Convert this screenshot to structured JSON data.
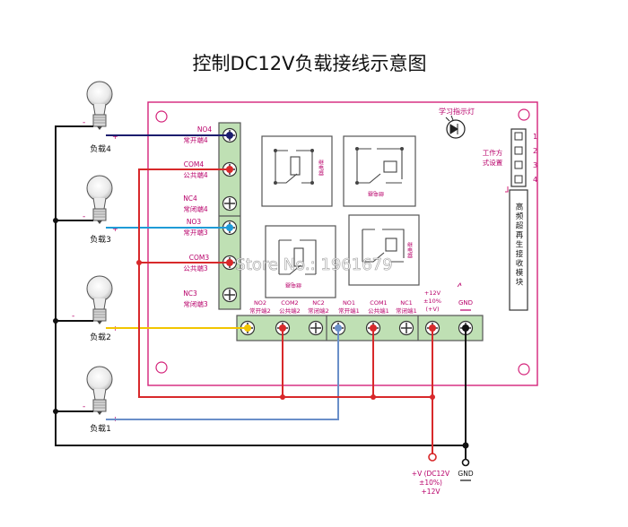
{
  "title": "控制DC12V负载接线示意图",
  "watermark": "Store No.: 1961679",
  "loads": [
    "负载4",
    "负载3",
    "负载2",
    "负载1"
  ],
  "terminal_marks": {
    "minus": "-",
    "plus": "+"
  },
  "left_block": {
    "labels": [
      {
        "line1": "NO4",
        "line2": "常开端4"
      },
      {
        "line1": "COM4",
        "line2": "公共端4"
      },
      {
        "line1": "NC4",
        "line2": "常闭端4"
      },
      {
        "line1": "NO3",
        "line2": "常开端3"
      },
      {
        "line1": "COM3",
        "line2": "公共端3"
      },
      {
        "line1": "NC3",
        "line2": "常闭端3"
      }
    ]
  },
  "bottom_block": {
    "labels": [
      {
        "line1": "NO2",
        "line2": "常开端2"
      },
      {
        "line1": "COM2",
        "line2": "公共端2"
      },
      {
        "line1": "NC2",
        "line2": "常闭端2"
      },
      {
        "line1": "NO1",
        "line2": "常开端1"
      },
      {
        "line1": "COM1",
        "line2": "公共端1"
      },
      {
        "line1": "NC1",
        "line2": "常闭端1"
      },
      {
        "line1": "+12V",
        "line2": "±10%",
        "line3": "(+V)"
      },
      {
        "line1": "GND",
        "line2": ""
      }
    ]
  },
  "relay_labels": [
    "继电器",
    "继电器",
    "继电器",
    "继电器"
  ],
  "learn_led": "学习指示灯",
  "mode_setting": {
    "line1": "工作方",
    "line2": "式设置",
    "pins": [
      "1",
      "2",
      "3",
      "4"
    ]
  },
  "receiver_module": "高频超再生接收模块",
  "power": {
    "pos_line1": "+V (DC12V",
    "pos_line2": "±10%)",
    "pos_line3": "+12V",
    "gnd": "GND"
  },
  "colors": {
    "board_border": "#d4237a",
    "navy": "#1c1d6e",
    "red": "#d8292b",
    "blue": "#1f9bd7",
    "yellow": "#f2c500",
    "steelblue": "#6a8fc9",
    "black": "#111111",
    "terminal_green": "#bfe0b4"
  }
}
